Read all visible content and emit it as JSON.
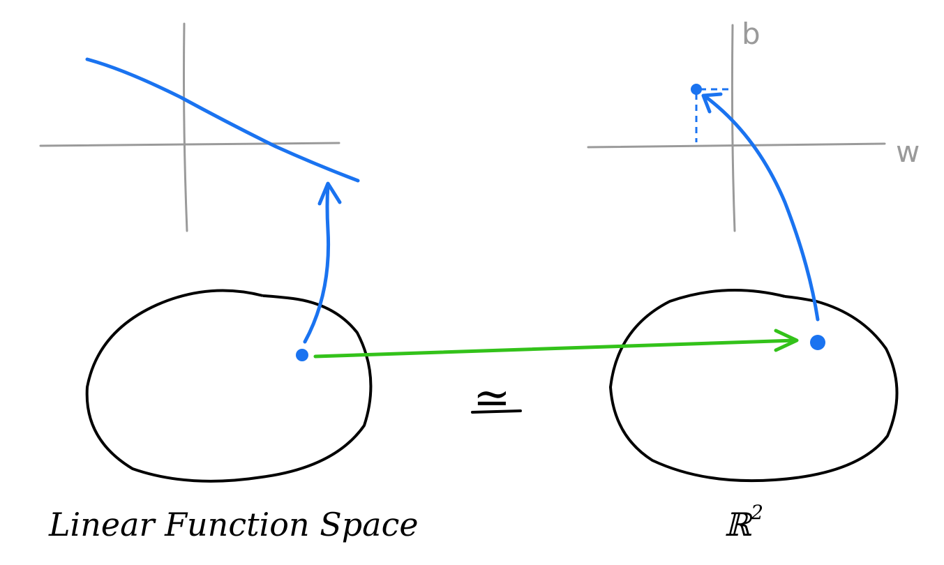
{
  "colors": {
    "point": "#1a73f0",
    "isomorphism_arrow": "#33c21a",
    "axes": "#9a9a9a",
    "outline": "#000000"
  },
  "right_axes": {
    "vertical_label": "b",
    "horizontal_label": "w"
  },
  "isomorphism_symbol": "≃",
  "captions": {
    "left": "Linear Function Space",
    "right_base": "ℝ",
    "right_exponent": "2"
  }
}
